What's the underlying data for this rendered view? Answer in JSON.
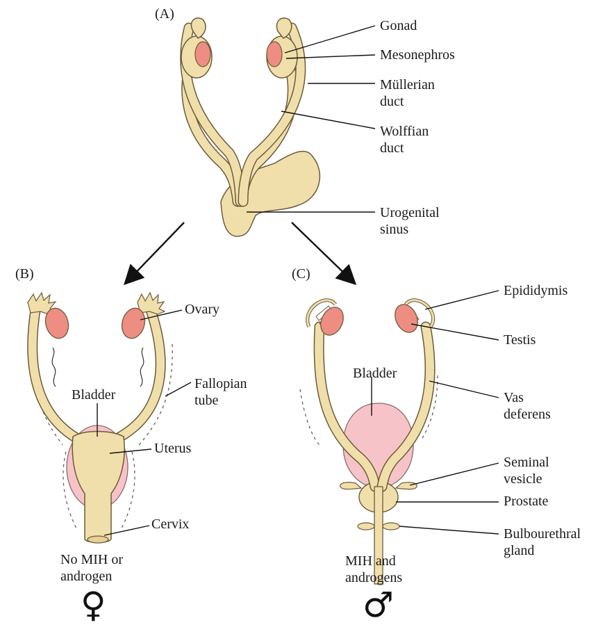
{
  "colors": {
    "tissue": "#f1dfab",
    "outline": "#6b5a3a",
    "gonad_pink": "#ee8e82",
    "bladder_pink": "#f6c4c8"
  },
  "panel_a": {
    "tag": "(A)",
    "labels": {
      "gonad": "Gonad",
      "mesonephros": "Mesonephros",
      "mullerian": "Müllerian\nduct",
      "wolffian": "Wolffian\nduct",
      "urogenital": "Urogenital\nsinus"
    }
  },
  "panel_b": {
    "tag": "(B)",
    "labels": {
      "ovary": "Ovary",
      "fallopian": "Fallopian\ntube",
      "bladder": "Bladder",
      "uterus": "Uterus",
      "cervix": "Cervix"
    },
    "caption": "No MIH or\nandrogen",
    "symbol": "♀"
  },
  "panel_c": {
    "tag": "(C)",
    "labels": {
      "epididymis": "Epididymis",
      "testis": "Testis",
      "bladder": "Bladder",
      "vas": "Vas\ndeferens",
      "seminal": "Seminal\nvesicle",
      "prostate": "Prostate",
      "bulbourethral": "Bulbourethral\ngland"
    },
    "caption": "MIH and\nandrogens",
    "symbol": "♂"
  }
}
